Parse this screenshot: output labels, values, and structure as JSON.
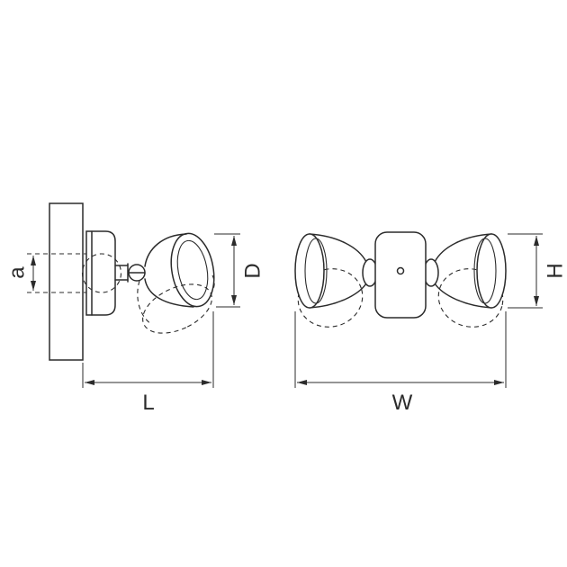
{
  "labels": {
    "backplate_diameter": "a",
    "shade_diameter": "D",
    "projection": "L",
    "width": "W",
    "height": "H"
  },
  "colors": {
    "line": "#2b2b2b",
    "background": "#ffffff"
  }
}
